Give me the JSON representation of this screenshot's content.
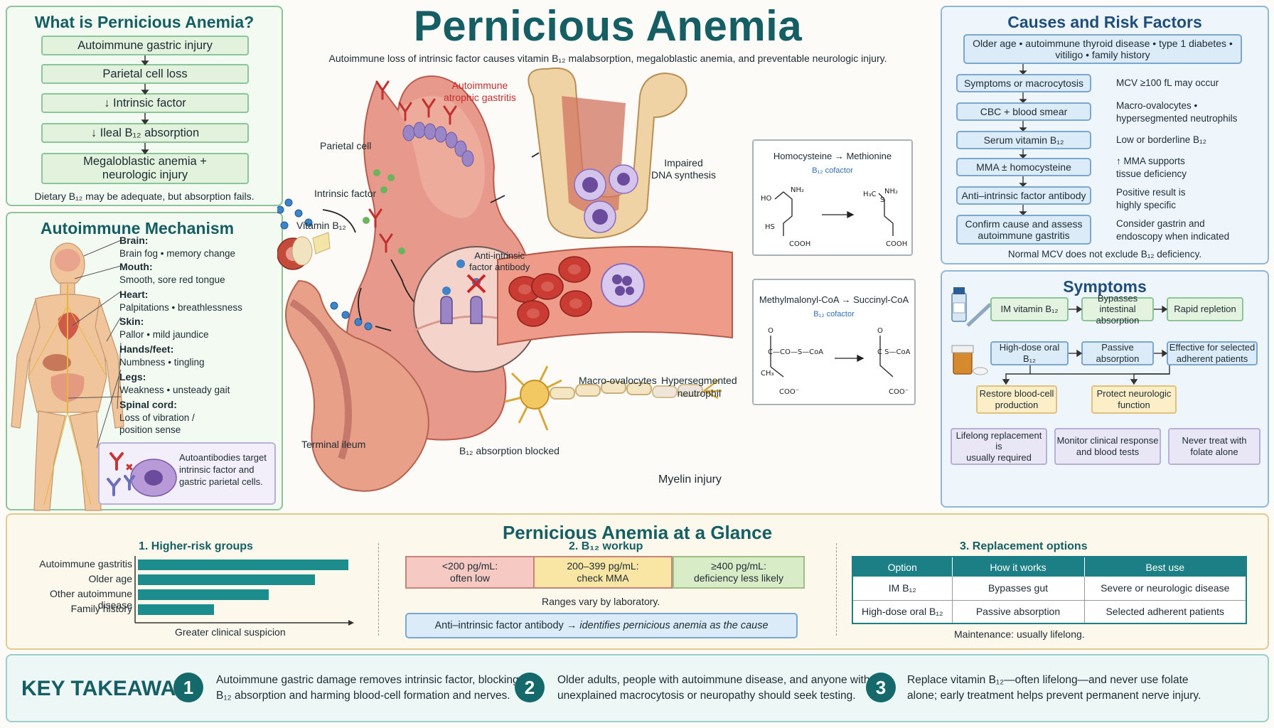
{
  "title": "Pernicious Anemia",
  "subtitle": "Autoimmune loss of intrinsic factor causes vitamin B₁₂ malabsorption, megaloblastic anemia, and preventable neurologic injury.",
  "what_is": {
    "title": "What is Pernicious Anemia?",
    "steps": [
      "Autoimmune gastric injury",
      "Parietal cell loss",
      "↓ Intrinsic factor",
      "↓ Ileal B₁₂ absorption",
      "Megaloblastic anemia +\nneurologic injury"
    ],
    "note": "Dietary B₁₂ may be adequate, but absorption fails."
  },
  "mechanism": {
    "title": "Autoimmune Mechanism",
    "labels": [
      {
        "head": "Brain:",
        "text": "Brain fog • memory change"
      },
      {
        "head": "Mouth:",
        "text": "Smooth, sore red tongue"
      },
      {
        "head": "Heart:",
        "text": "Palpitations • breathlessness"
      },
      {
        "head": "Skin:",
        "text": "Pallor • mild jaundice"
      },
      {
        "head": "Hands/feet:",
        "text": "Numbness • tingling"
      },
      {
        "head": "Legs:",
        "text": "Weakness • unsteady gait"
      },
      {
        "head": "Spinal cord:",
        "text": "Loss of vibration /\nposition sense"
      }
    ],
    "autoantibody_note": "Autoantibodies target\nintrinsic factor and\ngastric parietal cells."
  },
  "center": {
    "autoimmune_gastritis": "Autoimmune\natrophic gastritis",
    "parietal_cell": "Parietal cell",
    "intrinsic_factor": "Intrinsic factor",
    "vitamin_b12": "Vitamin B₁₂",
    "anti_if_antibody": "Anti-intrinsic\nfactor antibody",
    "terminal_ileum": "Terminal ileum",
    "absorption_blocked": "B₁₂ absorption blocked",
    "impaired_dna": "Impaired\nDNA synthesis",
    "macro_ovalocytes": "Macro-ovalocytes",
    "hypersegmented": "Hypersegmented\nneutrophil",
    "myelin_injury": "Myelin injury",
    "chem1_title": "Homocysteine → Methionine",
    "chem1_cofactor": "B₁₂ cofactor",
    "chem2_title": "Methylmalonyl-CoA → Succinyl-CoA",
    "chem2_cofactor": "B₁₂ cofactor",
    "colors": {
      "tissue": "#e79a8c",
      "cell": "#8a6cc0",
      "rbc": "#c93b33"
    }
  },
  "causes": {
    "title": "Causes and Risk Factors",
    "top_box": "Older age • autoimmune thyroid disease • type 1 diabetes •\nvitiligo • family history",
    "steps": [
      {
        "box": "Symptoms or macrocytosis",
        "note": "MCV ≥100 fL may occur"
      },
      {
        "box": "CBC + blood smear",
        "note": "Macro-ovalocytes •\nhypersegmented neutrophils"
      },
      {
        "box": "Serum vitamin B₁₂",
        "note": "Low or borderline B₁₂"
      },
      {
        "box": "MMA ± homocysteine",
        "note": "↑ MMA supports\ntissue deficiency"
      },
      {
        "box": "Anti–intrinsic factor antibody",
        "note": "Positive result is\nhighly specific"
      },
      {
        "box": "Confirm cause and assess\nautoimmune gastritis",
        "note": "Consider gastrin and\nendoscopy when indicated"
      }
    ],
    "footer": "Normal MCV does not exclude B₁₂ deficiency."
  },
  "symptoms": {
    "title": "Symptoms",
    "row1": [
      "IM vitamin B₁₂",
      "Bypasses intestinal\nabsorption",
      "Rapid repletion"
    ],
    "row2": [
      "High-dose oral B₁₂",
      "Passive absorption",
      "Effective for selected\nadherent patients"
    ],
    "row3": [
      "Restore blood-cell\nproduction",
      "Protect neurologic\nfunction"
    ],
    "row4": [
      "Lifelong replacement is\nusually required",
      "Monitor clinical response\nand blood tests",
      "Never treat with\nfolate alone"
    ]
  },
  "glance": {
    "title": "Pernicious Anemia at a Glance",
    "risk_title": "1.  Higher-risk groups",
    "risk_axis": "Greater clinical suspicion",
    "workup_title": "2.  B₁₂ workup",
    "workup_ranges": [
      "<200 pg/mL:\noften low",
      "200–399 pg/mL:\ncheck MMA",
      "≥400 pg/mL:\ndeficiency less likely"
    ],
    "workup_note": "Ranges vary by laboratory.",
    "antibody_lead": "Anti–intrinsic factor antibody →",
    "antibody_rest": "identifies pernicious anemia as the cause",
    "replacement_title": "3.  Replacement options",
    "table_headers": [
      "Option",
      "How it works",
      "Best use"
    ],
    "table_rows": [
      [
        "IM B₁₂",
        "Bypasses gut",
        "Severe or neurologic disease"
      ],
      [
        "High-dose oral B₁₂",
        "Passive absorption",
        "Selected adherent patients"
      ]
    ],
    "maintenance": "Maintenance: usually lifelong."
  },
  "chart_data": {
    "type": "bar",
    "categories": [
      "Autoimmune gastritis",
      "Older age",
      "Other autoimmune disease",
      "Family history"
    ],
    "values": [
      100,
      84,
      62,
      36
    ],
    "xlabel": "Greater clinical suspicion",
    "title": "1.  Higher-risk groups"
  },
  "takeaways": {
    "title": "KEY TAKEAWAYS",
    "items": [
      {
        "num": "1",
        "text": "Autoimmune gastric damage removes intrinsic factor, blocking\nB₁₂ absorption and harming blood-cell formation and nerves."
      },
      {
        "num": "2",
        "text": "Older adults, people with autoimmune disease, and anyone with\nunexplained macrocytosis or neuropathy should seek testing."
      },
      {
        "num": "3",
        "text": "Replace vitamin B₁₂—often lifelong—and never use folate\nalone; early treatment helps prevent permanent nerve injury."
      }
    ]
  }
}
